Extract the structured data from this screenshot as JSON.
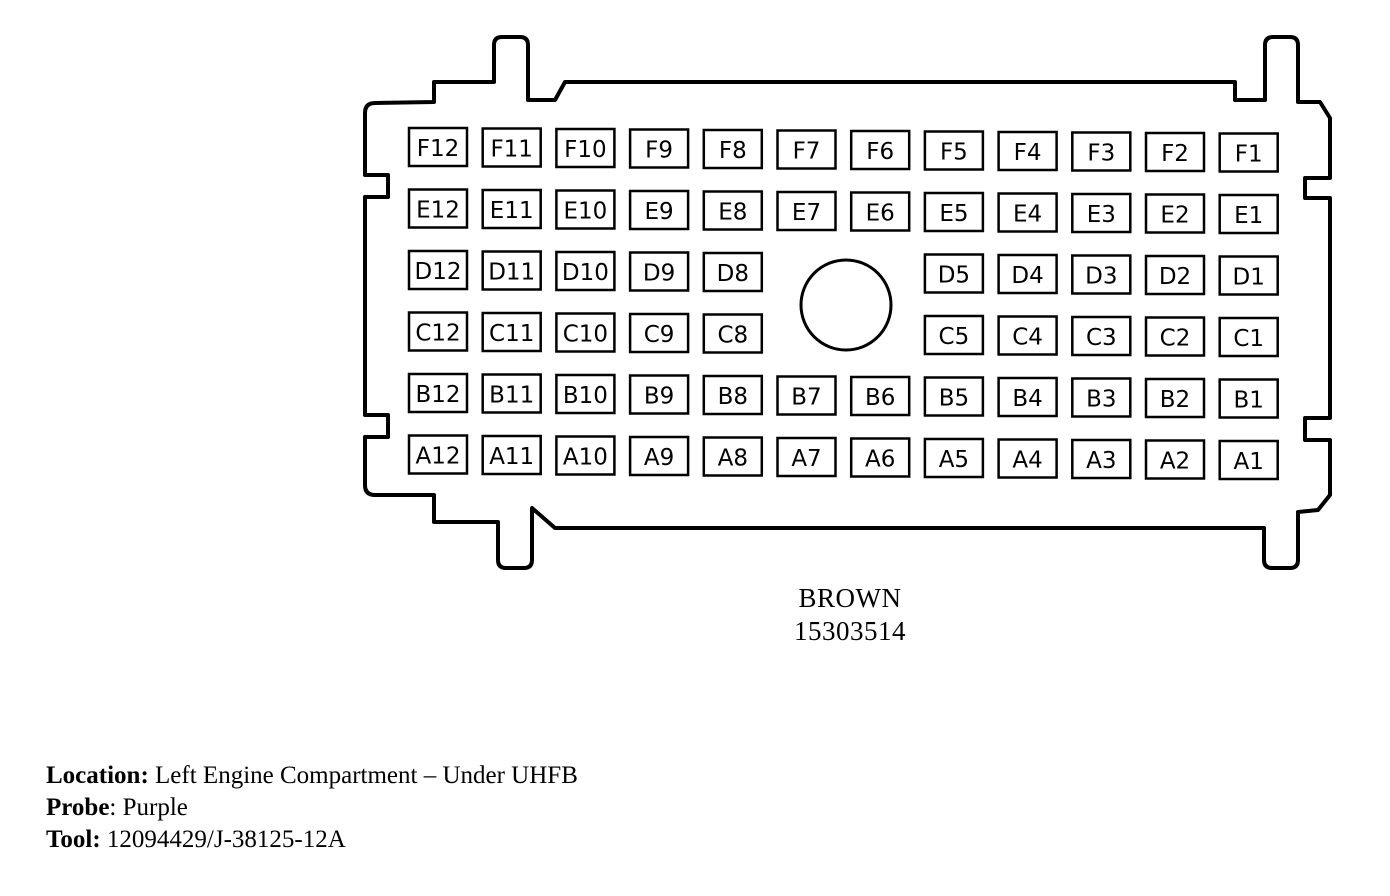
{
  "connector": {
    "color_label": "BROWN",
    "part_number": "15303514",
    "rows": [
      {
        "row": "F",
        "pins": [
          "F12",
          "F11",
          "F10",
          "F9",
          "F8",
          "F7",
          "F6",
          "F5",
          "F4",
          "F3",
          "F2",
          "F1"
        ]
      },
      {
        "row": "E",
        "pins": [
          "E12",
          "E11",
          "E10",
          "E9",
          "E8",
          "E7",
          "E6",
          "E5",
          "E4",
          "E3",
          "E2",
          "E1"
        ]
      },
      {
        "row": "D",
        "pins": [
          "D12",
          "D11",
          "D10",
          "D9",
          "D8",
          "",
          "",
          "D5",
          "D4",
          "D3",
          "D2",
          "D1"
        ]
      },
      {
        "row": "C",
        "pins": [
          "C12",
          "C11",
          "C10",
          "C9",
          "C8",
          "",
          "",
          "C5",
          "C4",
          "C3",
          "C2",
          "C1"
        ]
      },
      {
        "row": "B",
        "pins": [
          "B12",
          "B11",
          "B10",
          "B9",
          "B8",
          "B7",
          "B6",
          "B5",
          "B4",
          "B3",
          "B2",
          "B1"
        ]
      },
      {
        "row": "A",
        "pins": [
          "A12",
          "A11",
          "A10",
          "A9",
          "A8",
          "A7",
          "A6",
          "A5",
          "A4",
          "A3",
          "A2",
          "A1"
        ]
      }
    ]
  },
  "info": {
    "location_label": "Location:",
    "location_value": "Left Engine Compartment – Under UHFB",
    "probe_label": "Probe",
    "probe_value": ": Purple",
    "tool_label": "Tool:",
    "tool_value": "12094429/J-38125-12A"
  }
}
